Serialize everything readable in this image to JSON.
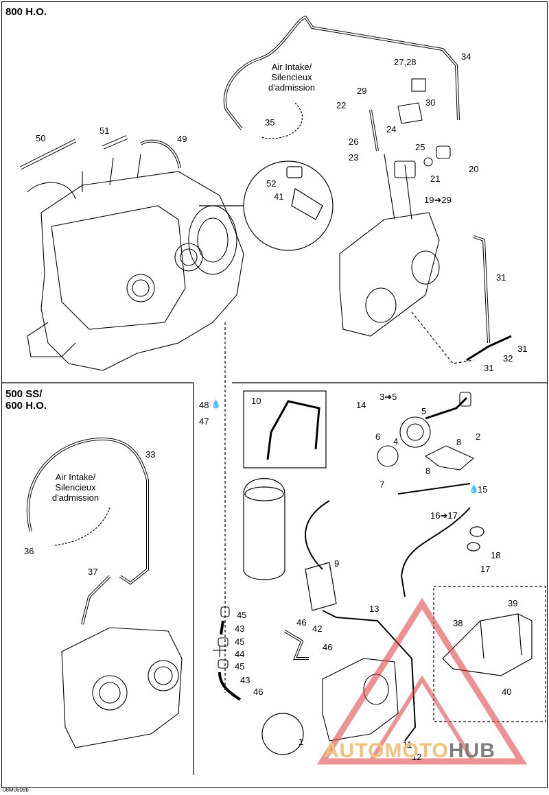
{
  "sections": {
    "top_title": "800 H.O.",
    "bottom_title": "500 SS/\n600 H.O."
  },
  "air_intake_labels": {
    "top": "Air Intake/\nSilencieux\nd'admission",
    "bottom": "Air Intake/\nSilencieux\nd'admission"
  },
  "callouts": {
    "c34": "34",
    "c27_28": "27,28",
    "c29": "29",
    "c30": "30",
    "c22": "22",
    "c24": "24",
    "c26": "26",
    "c25": "25",
    "c23": "23",
    "c20": "20",
    "c21": "21",
    "c19_29": "19➔29",
    "c35": "35",
    "c50": "50",
    "c51": "51",
    "c49": "49",
    "c52": "52",
    "c41": "41",
    "c31a": "31",
    "c31b": "31",
    "c32": "32",
    "c31c": "31",
    "c33": "33",
    "c36": "36",
    "c37": "37",
    "c48": "48",
    "c47": "47",
    "c10": "10",
    "c3_5": "3➔5",
    "c14": "14",
    "c5": "5",
    "c6": "6",
    "c4": "4",
    "c8a": "8",
    "c2": "2",
    "c8b": "8",
    "c7": "7",
    "c15": "15",
    "c16_17": "16➔17",
    "c18": "18",
    "c17": "17",
    "c9": "9",
    "c13": "13",
    "c45a": "45",
    "c43a": "43",
    "c45b": "45",
    "c44": "44",
    "c45c": "45",
    "c43b": "43",
    "c46a": "46",
    "c46b": "46",
    "c46c": "46",
    "c42": "42",
    "c39": "39",
    "c38": "38",
    "c40": "40",
    "c1": "1",
    "c11": "11",
    "c12": "12"
  },
  "reference_code": "08M0608b",
  "watermark": {
    "part1": "AUTOMOTO",
    "part2": "HUB",
    "color1": "#f0c27a",
    "color2": "#7d7d7d",
    "triangle_color": "#e03a3a"
  }
}
